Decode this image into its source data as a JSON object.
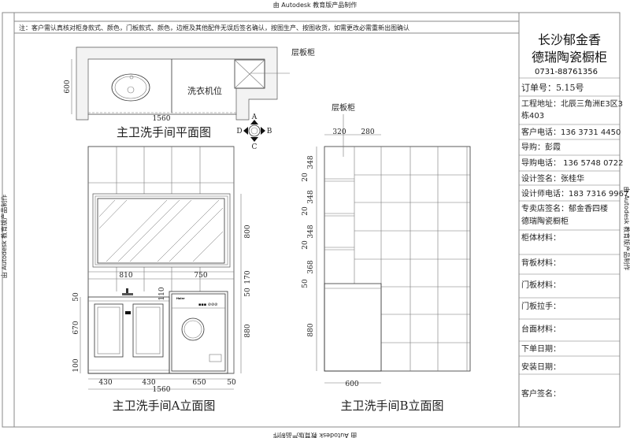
{
  "watermark": "由 Autodesk 教育版产品制作",
  "note": "注：客户需认真核对柜身款式、颜色，门板款式、颜色，边框及其他配件无误后签名确认，按图生产、按图收货，如需更改必需重新出图确认",
  "plan": {
    "title": "主卫洗手间平面图",
    "washer_label": "洗衣机位",
    "shelf_label": "层板柜",
    "dim_width": "1560",
    "dim_depth": "600",
    "compass": {
      "a": "A",
      "b": "B",
      "c": "C",
      "d": "D"
    }
  },
  "elevation_a": {
    "title": "主卫洗手间A立面图",
    "brand": "Haier",
    "dims_top": [
      "810",
      "750"
    ],
    "dims_bottom": [
      "430",
      "430",
      "650",
      "50"
    ],
    "dim_total": "1560",
    "dims_left": [
      "50",
      "670",
      "100"
    ],
    "dim_110": "110",
    "dims_right": [
      "800",
      "170",
      "50",
      "880"
    ]
  },
  "elevation_b": {
    "title": "主卫洗手间B立面图",
    "shelf_label": "层板柜",
    "dims_top": [
      "320",
      "280"
    ],
    "dim_bottom": "600",
    "dims_left": [
      "348",
      "20",
      "348",
      "20",
      "348",
      "20",
      "368",
      "50",
      "880"
    ]
  },
  "title_block": {
    "company_line1": "长沙郁金香",
    "company_line2": "德瑞陶瓷橱柜",
    "phone": "0731-88761356",
    "order_no": "订单号：5.15号",
    "address_line1": "工程地址：北辰三角洲E3区3",
    "address_line2": "栋403",
    "customer_phone": "客户电话：136 3731 4450",
    "guide": "导购：彭霞",
    "guide_phone": "导购电话： 136 5748 0722",
    "designer_sign": "设计签名：张桂华",
    "designer_phone": "设计师电话：183 7316 9967",
    "store_sign_line1": "专卖店签名：郁金香四楼",
    "store_sign_line2": "德瑞陶瓷橱柜",
    "cabinet_material": "柜体材料：",
    "back_material": "背板材料：",
    "door_material": "门板材料：",
    "door_handle": "门板拉手：",
    "counter_material": "台面材料：",
    "order_date": "下单日期：",
    "install_date": "安装日期：",
    "customer_sign": "客户签名："
  }
}
